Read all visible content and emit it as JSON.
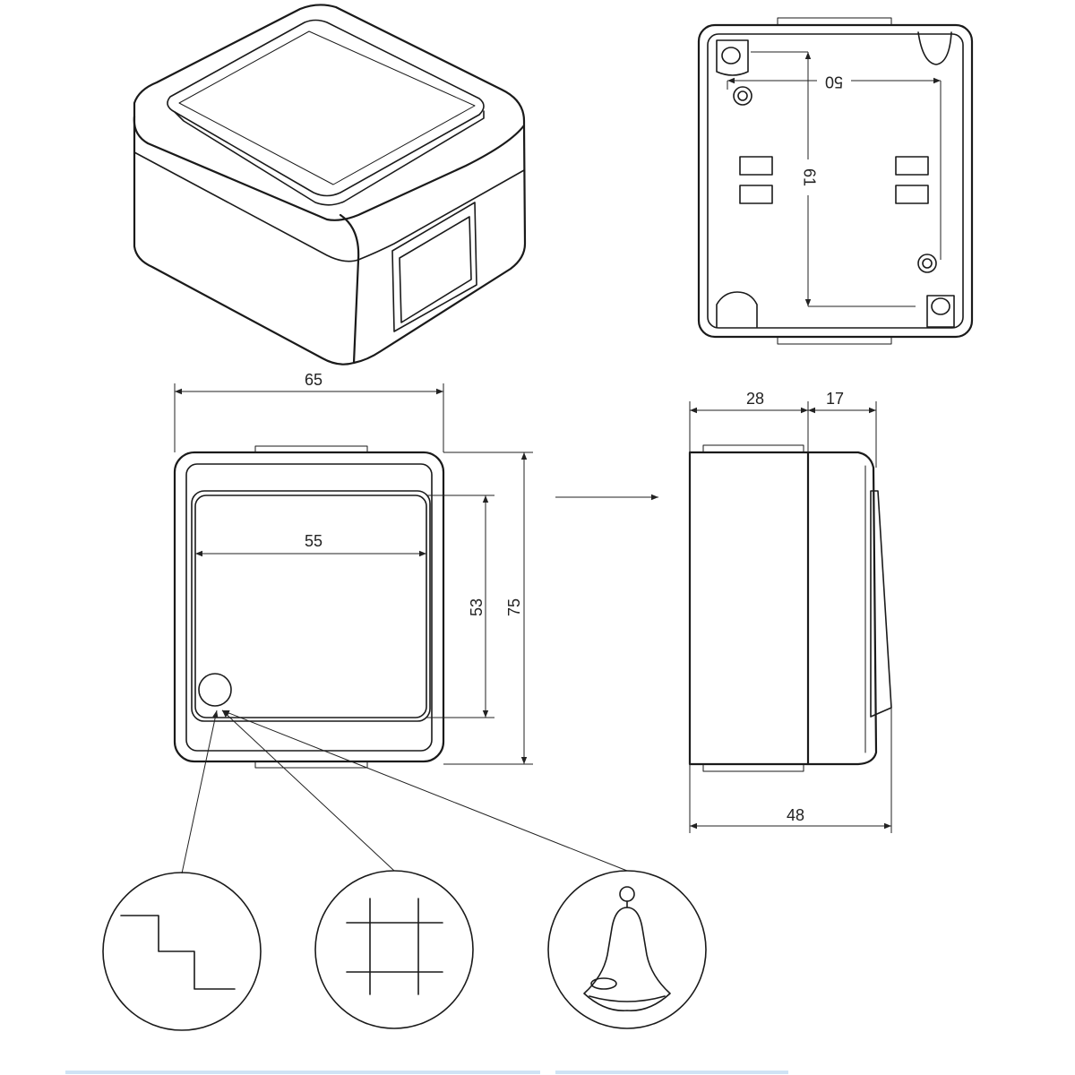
{
  "dimensions": {
    "top_width": "65",
    "inner_width": "55",
    "inner_height": "53",
    "total_height": "75",
    "side_a": "28",
    "side_b": "17",
    "side_total": "48",
    "mount_width": "50",
    "mount_height": "61"
  },
  "symbols": [
    {
      "name": "two-way-switch-symbol"
    },
    {
      "name": "cross-switch-symbol"
    },
    {
      "name": "bell-push-symbol"
    }
  ]
}
